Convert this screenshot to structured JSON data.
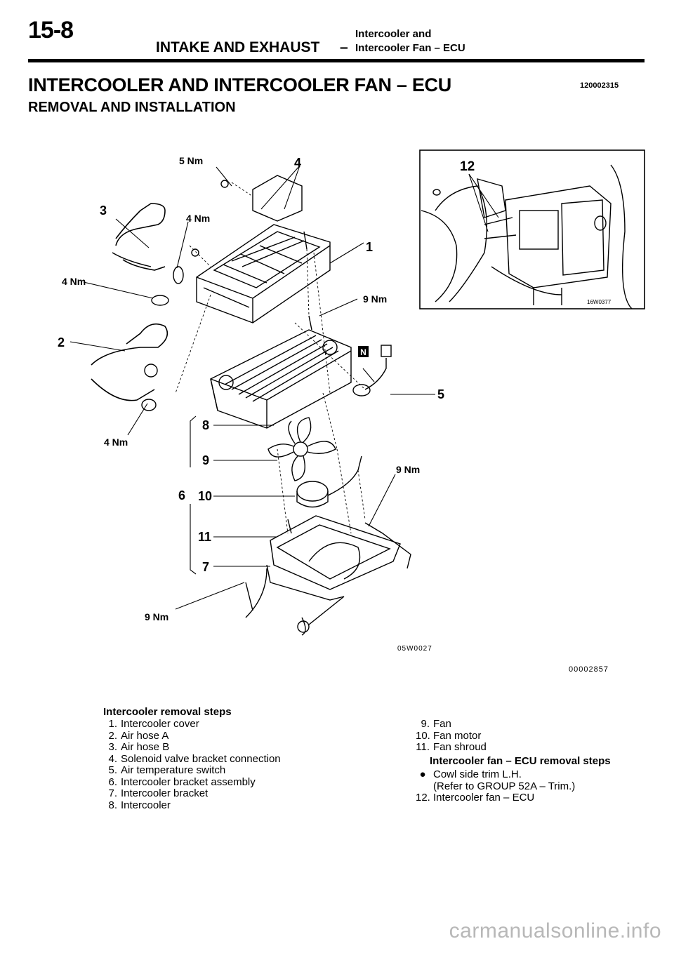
{
  "header": {
    "page_number": "15-8",
    "section": "INTAKE AND EXHAUST",
    "dash": "–",
    "sub_line1": "Intercooler and",
    "sub_line2": "Intercooler Fan – ECU"
  },
  "main_title": "INTERCOOLER AND INTERCOOLER FAN – ECU",
  "doc_code": "120002315",
  "subtitle": "REMOVAL AND INSTALLATION",
  "figure": {
    "callouts": {
      "c1": "1",
      "c2": "2",
      "c3": "3",
      "c4": "4",
      "c5": "5",
      "c6": "6",
      "c7": "7",
      "c8": "8",
      "c9": "9",
      "c10": "10",
      "c11": "11",
      "c12": "12"
    },
    "torques": {
      "t5_top": "5 Nm",
      "t4_upper": "4 Nm",
      "t4_left": "4 Nm",
      "t4_lower": "4 Nm",
      "t9_cover": "9 Nm",
      "t9_right": "9 Nm",
      "t9_bottom": "9 Nm"
    },
    "new_part_mark": "N",
    "inset_code": "16W0377",
    "main_code": "05W0027",
    "figure_code": "00002857"
  },
  "steps": {
    "heading": "Intercooler removal steps",
    "left": [
      {
        "num": "1.",
        "text": "Intercooler cover"
      },
      {
        "num": "2.",
        "text": "Air hose A"
      },
      {
        "num": "3.",
        "text": "Air hose B"
      },
      {
        "num": "4.",
        "text": "Solenoid valve bracket connection"
      },
      {
        "num": "5.",
        "text": "Air temperature switch"
      },
      {
        "num": "6.",
        "text": "Intercooler bracket assembly"
      },
      {
        "num": "7.",
        "text": "Intercooler bracket"
      },
      {
        "num": "8.",
        "text": "Intercooler"
      }
    ],
    "right": [
      {
        "num": "9.",
        "text": "Fan"
      },
      {
        "num": "10.",
        "text": "Fan motor"
      },
      {
        "num": "11.",
        "text": "Fan shroud"
      }
    ]
  },
  "ecu_steps": {
    "heading": "Intercooler fan – ECU removal steps",
    "bullet_text": "Cowl side trim L.H.",
    "bullet_note": "(Refer to GROUP 52A – Trim.)",
    "num": "12.",
    "text": "Intercooler fan – ECU"
  },
  "watermark": "carmanualsonline.info"
}
